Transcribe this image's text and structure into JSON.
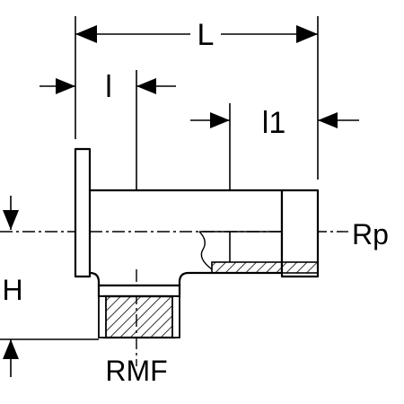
{
  "labels": {
    "length_total": "L",
    "length_insert": "l",
    "length_thread": "l1",
    "height": "H",
    "thread_female": "Rp",
    "thread_male": "RMF"
  }
}
